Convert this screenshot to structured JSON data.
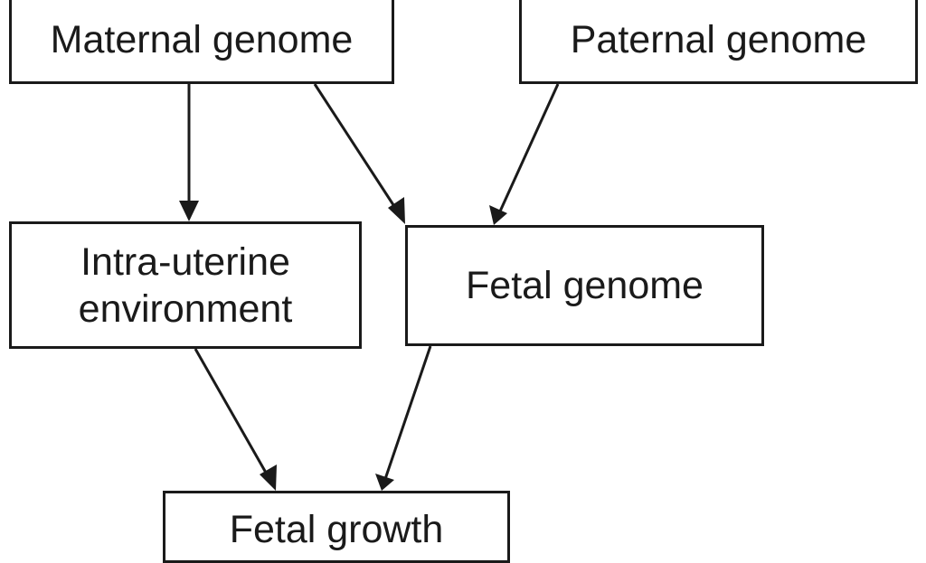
{
  "nodes": {
    "maternal_genome": "Maternal genome",
    "paternal_genome": "Paternal genome",
    "intrauterine_line1": "Intra-uterine",
    "intrauterine_line2": "environment",
    "fetal_genome": "Fetal genome",
    "fetal_growth": "Fetal growth"
  },
  "edges": [
    {
      "from": "Maternal genome",
      "to": "Intra-uterine environment"
    },
    {
      "from": "Maternal genome",
      "to": "Fetal genome"
    },
    {
      "from": "Paternal genome",
      "to": "Fetal genome"
    },
    {
      "from": "Intra-uterine environment",
      "to": "Fetal growth"
    },
    {
      "from": "Fetal genome",
      "to": "Fetal growth"
    }
  ],
  "colors": {
    "stroke": "#1a1a1a",
    "background": "#ffffff"
  }
}
